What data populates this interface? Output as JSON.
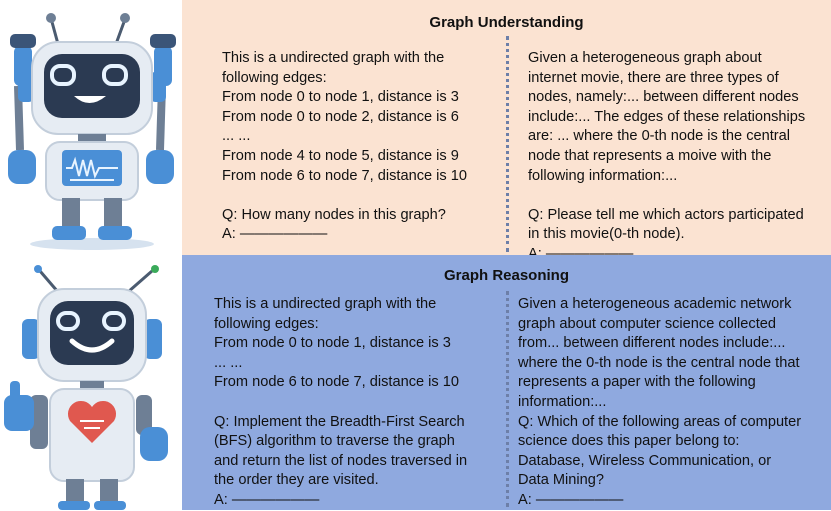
{
  "understanding": {
    "title": "Graph Understanding",
    "left_lines": [
      "This is a undirected graph with the",
      "following edges:",
      "From node 0 to node 1, distance is 3",
      "From node 0 to node 2, distance is 6",
      "... ...",
      "From node 4 to node 5, distance is 9",
      "From node 6 to node 7, distance is 10",
      "",
      "Q: How many nodes in this graph?",
      "A: ——————"
    ],
    "right_lines": [
      "Given a heterogeneous graph about",
      "internet movie, there are three types of",
      "nodes, namely:... between different nodes",
      "include:... The edges of these relationships",
      "are: ... where the 0-th node is the central",
      "node that represents a moive with the",
      "following information:...",
      "",
      "Q: Please tell me which actors participated",
      "in this movie(0-th node).",
      "A: ——————"
    ]
  },
  "reasoning": {
    "title": "Graph Reasoning",
    "left_lines": [
      "This is a undirected graph with the",
      "following edges:",
      "From node 0 to node 1, distance is 3",
      "... ...",
      "From node 6 to node 7, distance is 10",
      "",
      "Q: Implement the Breadth-First Search",
      "(BFS) algorithm to traverse the graph",
      "and return the list of nodes traversed in",
      "the order they are visited.",
      "A: ——————"
    ],
    "right_lines": [
      "Given a heterogeneous academic network",
      "graph about computer science collected",
      "from... between different nodes include:...",
      "where the 0-th node is the central node that",
      "represents a paper with the following",
      "information:...",
      "Q: Which of the following areas of computer",
      "science does this paper belong to:",
      "Database, Wireless Communication, or",
      "Data Mining?",
      "A: ——————"
    ]
  },
  "colors": {
    "understanding_bg": "#fbe3d2",
    "reasoning_bg": "#8fa9df",
    "robot_blue": "#4a8fd6",
    "robot_body": "#e6ecf3"
  },
  "icons": [
    "robot-waving-icon",
    "robot-thumbs-up-icon",
    "heart-icon",
    "waveform-screen-icon"
  ]
}
